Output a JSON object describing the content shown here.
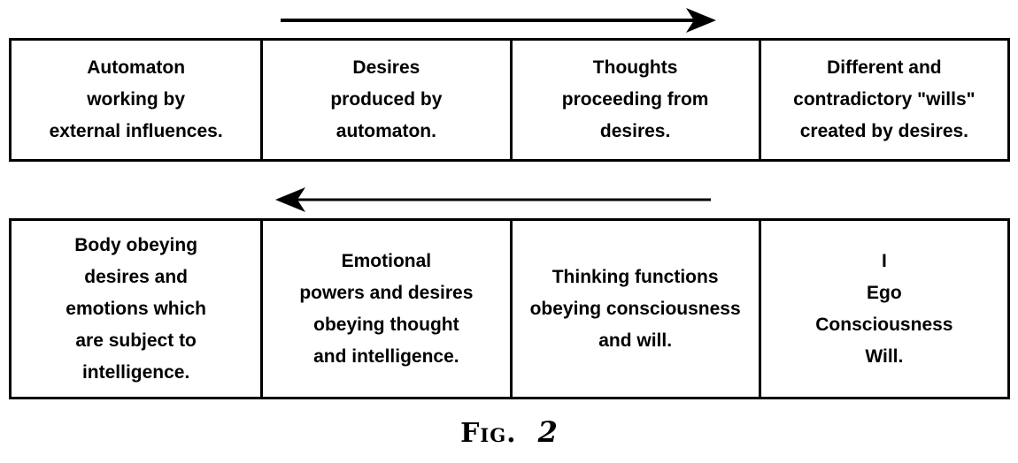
{
  "caption": {
    "prefix": "Fig.",
    "number": "2"
  },
  "arrows": {
    "top": {
      "direction": "right"
    },
    "bottom": {
      "direction": "left"
    }
  },
  "rows": [
    {
      "cells": [
        {
          "lines": [
            "Automaton",
            "working by",
            "external influences."
          ]
        },
        {
          "lines": [
            "Desires",
            "produced by",
            "automaton."
          ]
        },
        {
          "lines": [
            "Thoughts",
            "proceeding from",
            "desires."
          ]
        },
        {
          "lines": [
            "Different and",
            "contradictory \"wills\"",
            "created by desires."
          ]
        }
      ]
    },
    {
      "cells": [
        {
          "lines": [
            "Body obeying",
            "desires and",
            "emotions which",
            "are subject to",
            "intelligence."
          ]
        },
        {
          "lines": [
            "Emotional",
            "powers and desires",
            "obeying thought",
            "and intelligence."
          ]
        },
        {
          "lines": [
            "Thinking functions",
            "obeying consciousness",
            "and will."
          ]
        },
        {
          "lines": [
            "I",
            "Ego",
            "Consciousness",
            "Will."
          ]
        }
      ]
    }
  ],
  "colors": {
    "background": "#ffffff",
    "text": "#000000",
    "border": "#000000",
    "arrow": "#000000"
  }
}
